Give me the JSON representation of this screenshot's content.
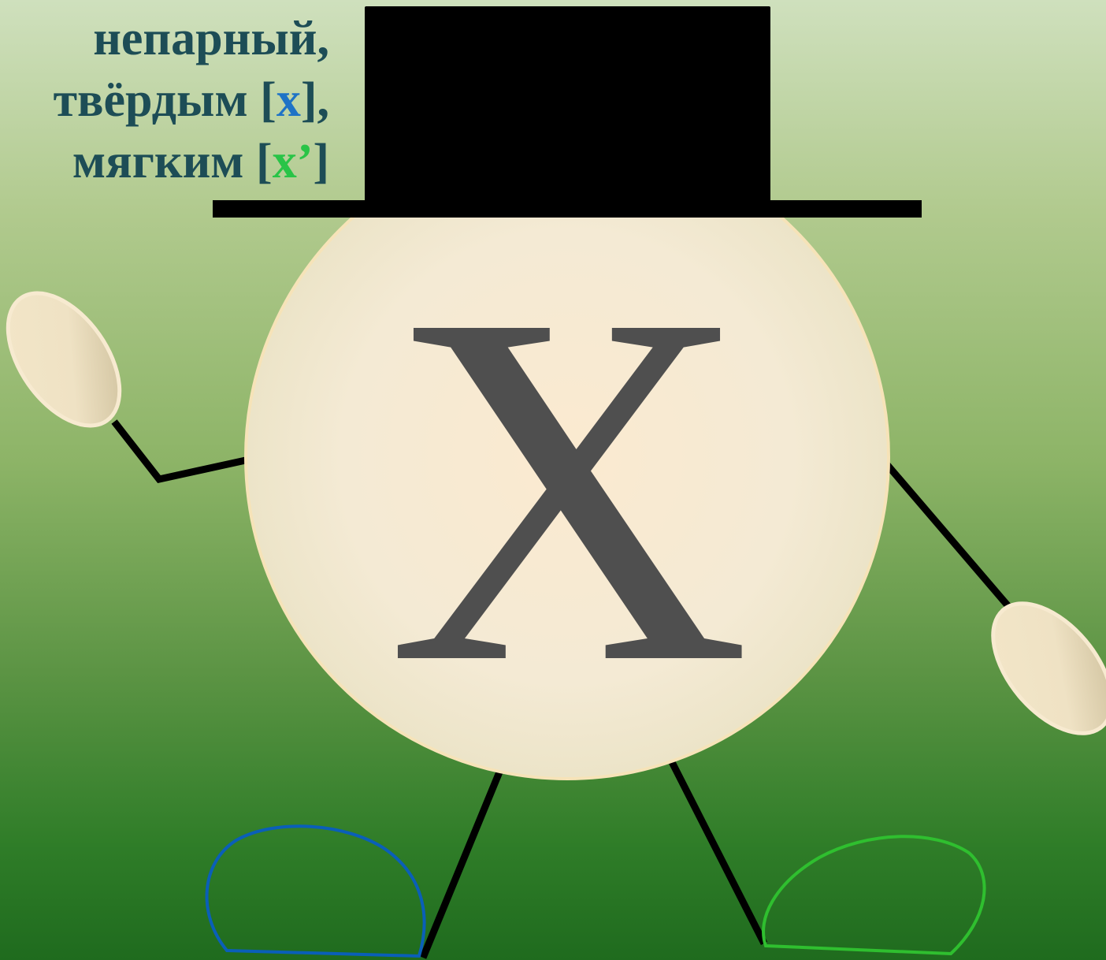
{
  "caption": {
    "line1": "непарный,",
    "line2_prefix": "твёрдым [",
    "line2_sound": "х",
    "line2_suffix": "],",
    "line3_prefix": "мягким [",
    "line3_sound": "х’",
    "line3_suffix": "]"
  },
  "character": {
    "letter": "Х",
    "body_color": "#f3ead3",
    "hat_color": "#000000",
    "left_shoe_color": "#0a5fb8",
    "right_shoe_color": "#2fbf2f",
    "letter_color": "#4f4f4f"
  },
  "icons": [
    "letter-character",
    "top-hat-icon",
    "hand-icon",
    "shoe-icon"
  ]
}
